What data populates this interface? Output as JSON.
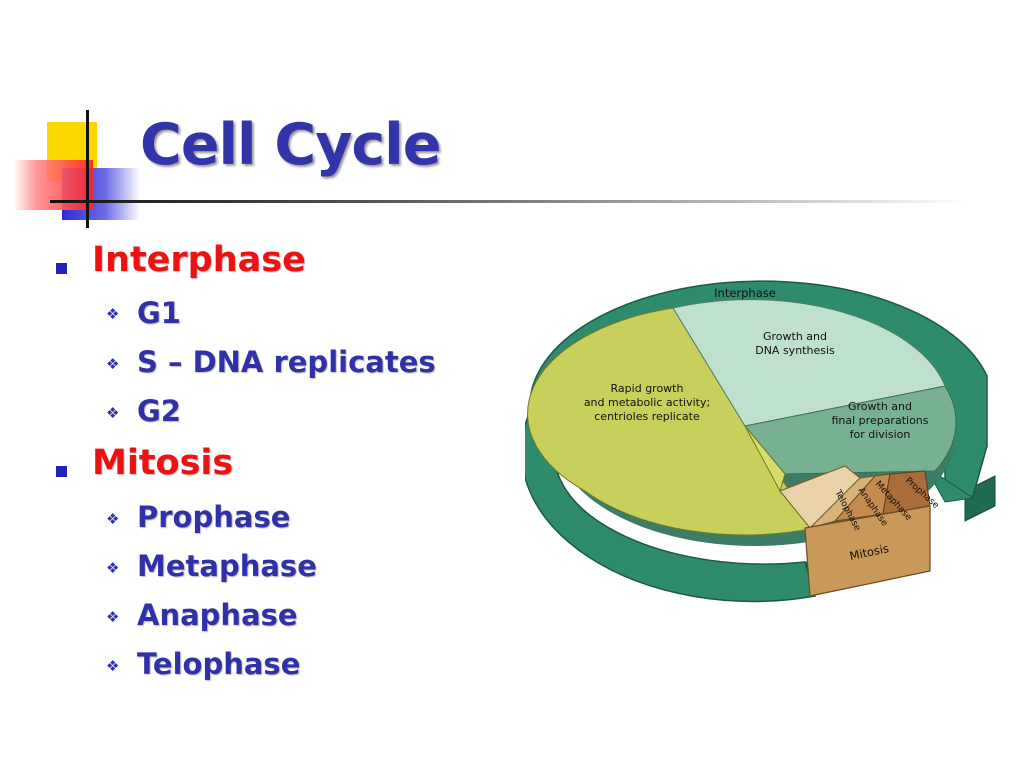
{
  "slide": {
    "title": "Cell Cycle",
    "bullets": [
      {
        "label": "Interphase",
        "subitems": [
          "G1",
          "S – DNA replicates",
          "G2"
        ]
      },
      {
        "label": "Mitosis",
        "subitems": [
          "Prophase",
          "Metaphase",
          "Anaphase",
          "Telophase"
        ]
      }
    ]
  },
  "diagram": {
    "ring_label": "Interphase",
    "g1": [
      "Rapid growth",
      "and metabolic activity;",
      "centrioles replicate"
    ],
    "s": [
      "Growth and",
      "DNA synthesis"
    ],
    "g2": [
      "Growth and",
      "final preparations",
      "for division"
    ],
    "mitosis_label": "Mitosis",
    "phases": [
      "Prophase",
      "Metaphase",
      "Anaphase",
      "Telophase"
    ]
  },
  "colors": {
    "title": "#3333aa",
    "level1_text": "#ee1111",
    "level2_text": "#3030a8",
    "bullet_square": "#2222bb",
    "ring_green": "#2e8b6b",
    "g1_yellow": "#c8cf5a",
    "s_mint": "#bfe0cc",
    "g2_green": "#78b092",
    "mitosis_tan": "#c9995a"
  }
}
